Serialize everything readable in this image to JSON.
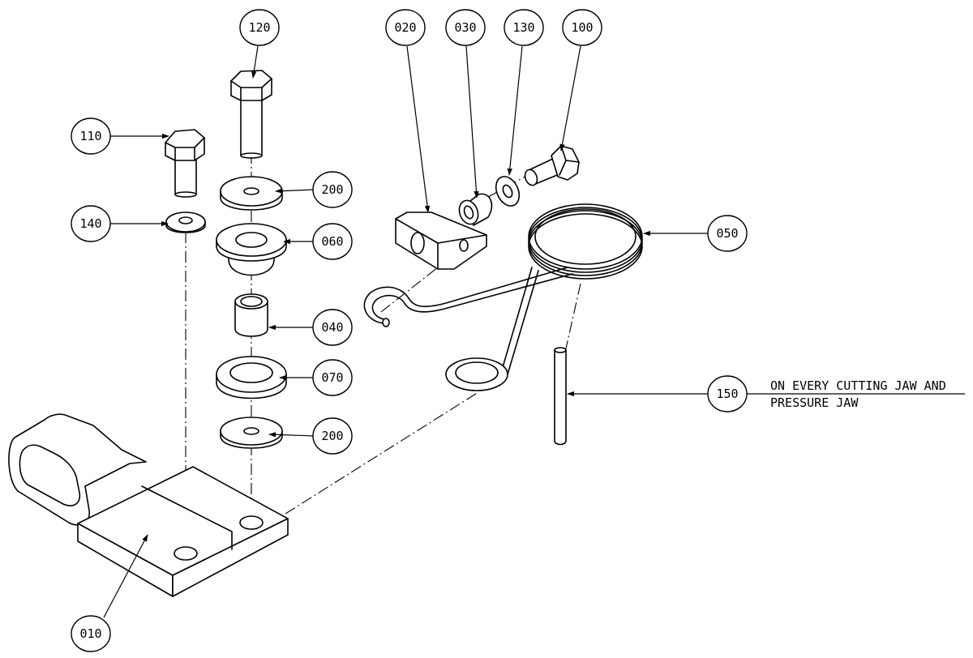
{
  "callouts": {
    "c010": "010",
    "c020": "020",
    "c030": "030",
    "c040": "040",
    "c050": "050",
    "c060": "060",
    "c070": "070",
    "c100": "100",
    "c110": "110",
    "c120": "120",
    "c130": "130",
    "c140": "140",
    "c150": "150",
    "c200a": "200",
    "c200b": "200"
  },
  "note": {
    "line1": "ON EVERY CUTTING JAW AND",
    "line2": "PRESSURE JAW"
  }
}
